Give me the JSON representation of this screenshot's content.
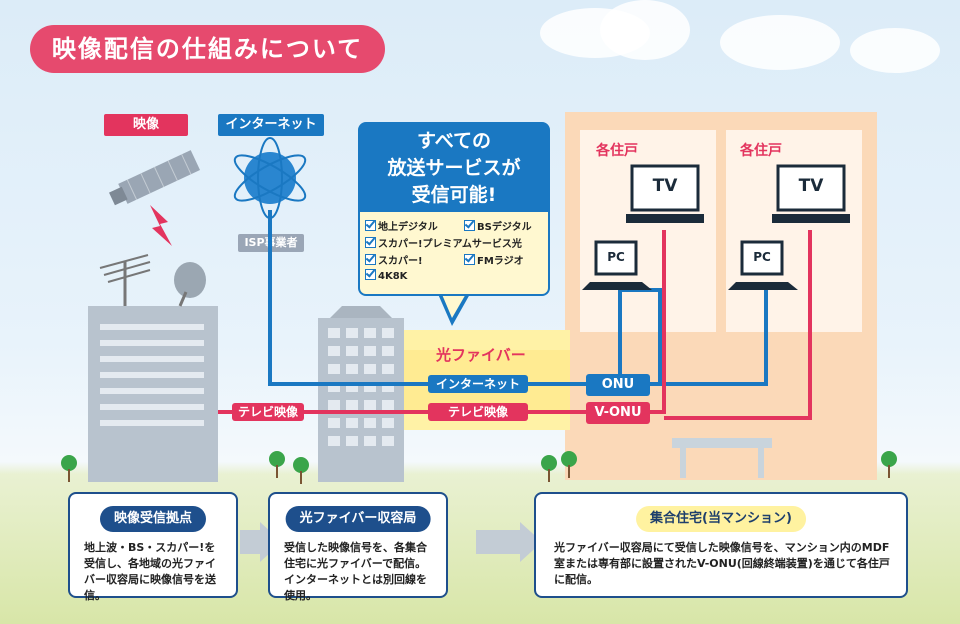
{
  "title": "映像配信の仕組みについて",
  "tags": {
    "video": "映像",
    "internet": "インターネット",
    "isp": "ISP事業者"
  },
  "bubble": {
    "heading_line1": "すべての",
    "heading_line2": "放送サービスが",
    "heading_line3": "受信可能!",
    "services": [
      "地上デジタル",
      "BSデジタル",
      "スカパー!プレミアムサービス光",
      "スカパー!",
      "FMラジオ",
      "4K8K"
    ]
  },
  "fiber": {
    "label": "光ファイバー",
    "internet_label": "インターネット",
    "tv_label": "テレビ映像",
    "tv_label_left": "テレビ映像"
  },
  "apartment": {
    "room_label_1": "各住戸",
    "room_label_2": "各住戸",
    "tv_label_1": "TV",
    "tv_label_2": "TV",
    "pc_label_1": "PC",
    "pc_label_2": "PC",
    "onu": "ONU",
    "vonu": "V-ONU"
  },
  "info": [
    {
      "heading": "映像受信拠点",
      "body": "地上波・BS・スカパー!を受信し、各地域の光ファイバー収容局に映像信号を送信。"
    },
    {
      "heading": "光ファイバー収容局",
      "body": "受信した映像信号を、各集合住宅に光ファイバーで配信。インターネットとは別回線を使用。"
    },
    {
      "heading": "集合住宅(当マンション)",
      "body": "光ファイバー収容局にて受信した映像信号を、マンション内のMDF室または専有部に設置されたV-ONU(回線終端装置)を通じて各住戸に配信。"
    }
  ],
  "colors": {
    "pink": "#e3345e",
    "blue": "#1a78c2",
    "navy": "#1e4f8c",
    "apartment": "#fbd9b8"
  }
}
